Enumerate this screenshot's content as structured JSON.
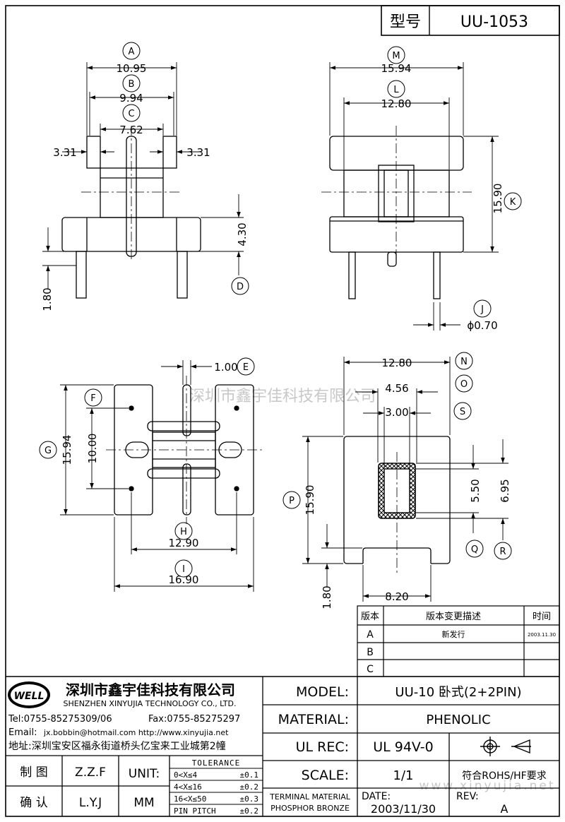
{
  "header": {
    "model_label": "型号",
    "model_value": "UU-1053"
  },
  "watermark": "深圳市鑫宇佳科技有限公司",
  "watermark_url": "www.xinyujia.net",
  "views": {
    "front": {
      "dims": {
        "a": "10.95",
        "b": "9.94",
        "c": "7.62",
        "left": "3.31",
        "right": "3.31",
        "height": "4.30",
        "pin": "1.80"
      },
      "labels": {
        "a": "A",
        "b": "B",
        "c": "C",
        "d": "D"
      }
    },
    "side": {
      "dims": {
        "m": "15.94",
        "l": "12.80",
        "k": "15.90",
        "j": "ϕ0.70"
      },
      "labels": {
        "m": "M",
        "l": "L",
        "k": "K",
        "j": "J"
      }
    },
    "bottom": {
      "dims": {
        "e": "1.00",
        "g": "15.94",
        "f": "10.00",
        "h": "12.90",
        "i": "16.90"
      },
      "labels": {
        "e": "E",
        "f": "F",
        "g": "G",
        "h": "H",
        "i": "I"
      }
    },
    "end": {
      "dims": {
        "n": "12.80",
        "o": "4.56",
        "s": "3.00",
        "p": "15.90",
        "q": "5.50",
        "r": "6.95",
        "pin": "1.80",
        "base": "8.20"
      },
      "labels": {
        "n": "N",
        "o": "O",
        "s": "S",
        "p": "P",
        "q": "Q",
        "r": "R"
      }
    }
  },
  "revision_table": {
    "headers": [
      "版本",
      "版本变更描述",
      "时间"
    ],
    "rows": [
      {
        "rev": "A",
        "desc": "新发行",
        "date": "2003.11.30"
      },
      {
        "rev": "B",
        "desc": "",
        "date": ""
      },
      {
        "rev": "C",
        "desc": "",
        "date": ""
      }
    ]
  },
  "company": {
    "logo_text": "WELL",
    "name_cn": "深圳市鑫宇佳科技有限公司",
    "name_en": "SHENZHEN XINYUJIA TECHNOLOGY CO., LTD.",
    "tel": "Tel:0755-85275309/06",
    "fax": "Fax:0755-85275297",
    "email_label": "Email:",
    "email": "jx.bobbin@hotmail.com http://www.xinyujia.net",
    "address": "地址:深圳宝安区福永街道桥头亿宝来工业城第2幢"
  },
  "signoff": {
    "draw_label": "制 图",
    "draw_value": "Z.Z.F",
    "confirm_label": "确 认",
    "confirm_value": "L.Y.J",
    "unit_label": "UNIT:",
    "unit_value": "MM"
  },
  "tolerance": {
    "title": "TOLERANCE",
    "rows": [
      {
        "range": "0<X≤4",
        "value": "±0.1"
      },
      {
        "range": "4<X≤16",
        "value": "±0.2"
      },
      {
        "range": "16<X≤50",
        "value": "±0.3"
      },
      {
        "range": "PIN PITCH",
        "value": "±0.2"
      }
    ]
  },
  "spec": {
    "model_label": "MODEL:",
    "model_value": "UU-10 卧式(2+2PIN)",
    "material_label": "MATERIAL:",
    "material_value": "PHENOLIC",
    "ul_label": "UL REC:",
    "ul_value": "UL 94V-0",
    "scale_label": "SCALE:",
    "scale_value": "1/1",
    "rohs": "符合ROHS/HF要求",
    "terminal_line1": "TERMINAL MATERIAL",
    "terminal_line2": "PHOSPHOR  BRONZE",
    "date_label": "DATE:",
    "date_value": "2003/11/30",
    "rev_label": "REV:",
    "rev_value": "A"
  }
}
